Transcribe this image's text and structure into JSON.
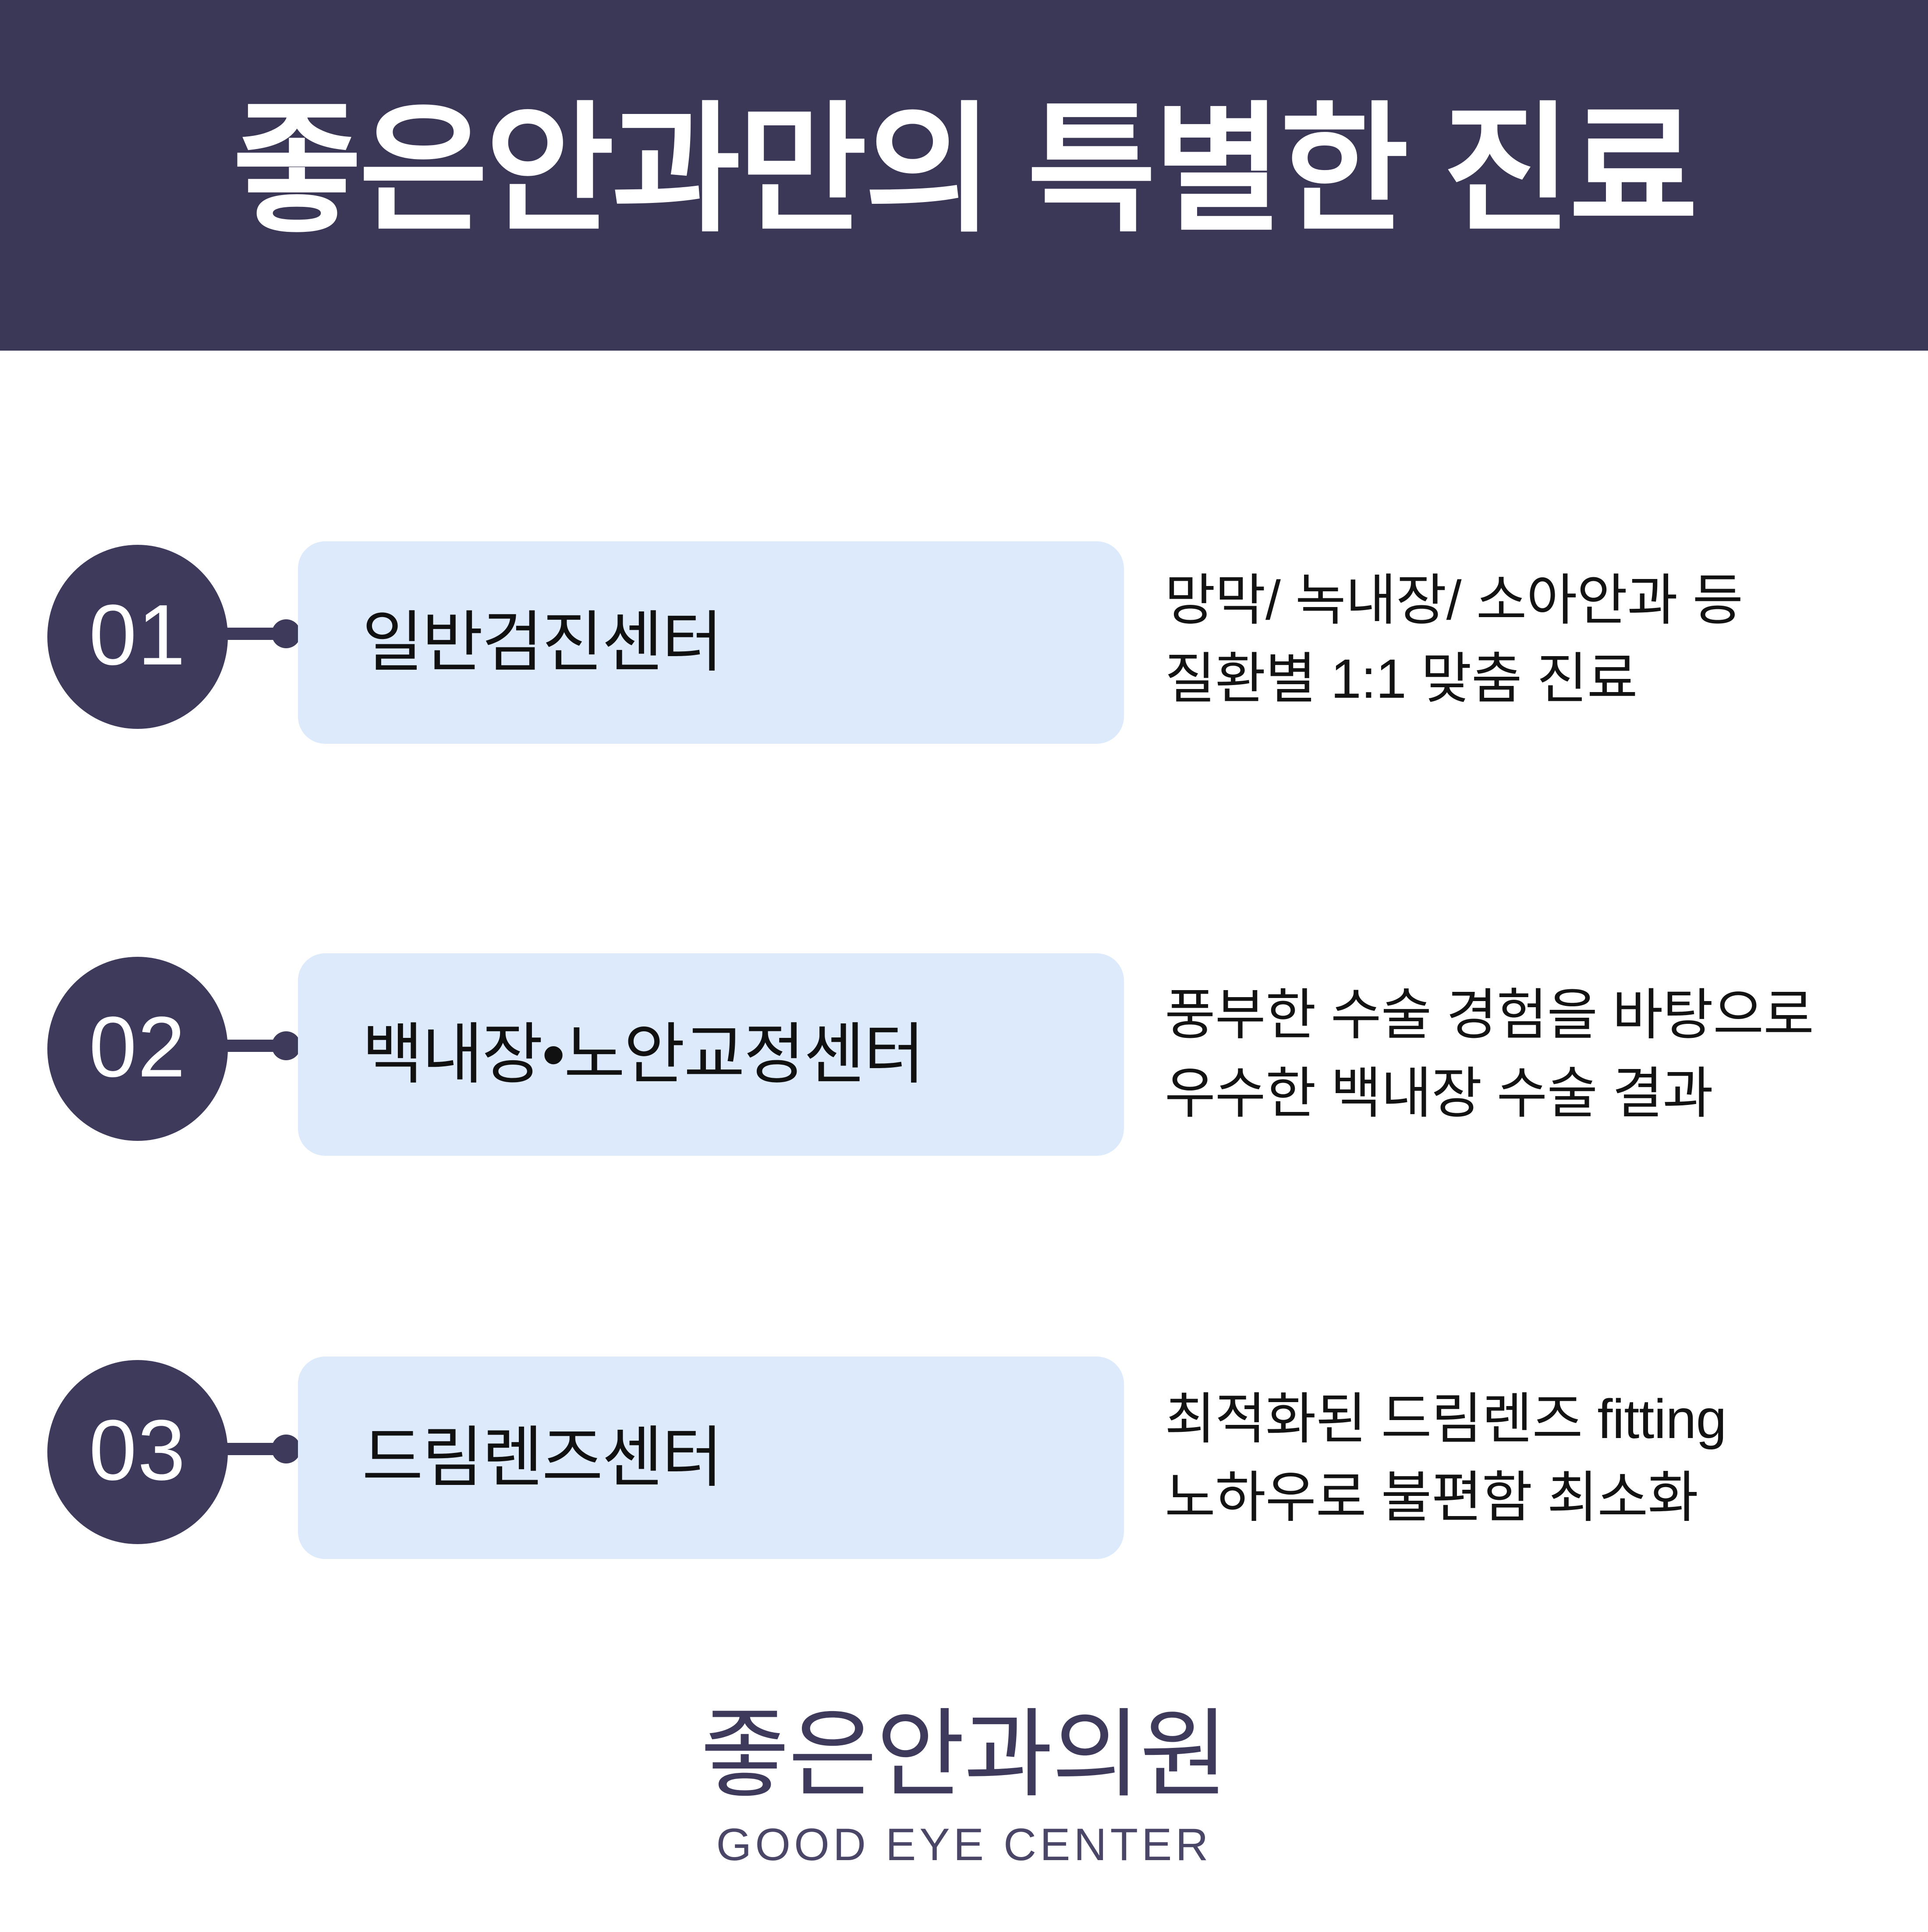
{
  "header": {
    "title": "좋은안과만의 특별한 진료",
    "background_color": "#3b3757",
    "text_color": "#ffffff"
  },
  "theme": {
    "accent_dark": "#3e3a5c",
    "panel_blue": "#dceafb",
    "page_background": "#ffffff",
    "body_text": "#131313"
  },
  "items": [
    {
      "number": "01",
      "title": "일반검진센터",
      "description_line1": "망막/ 녹내장/ 소아안과 등",
      "description_line2": "질환별 1:1 맞춤 진료"
    },
    {
      "number": "02",
      "title": "백내장•노안교정센터",
      "description_line1": "풍부한 수술 경험을 바탕으로",
      "description_line2": "우수한 백내장 수술 결과"
    },
    {
      "number": "03",
      "title": "드림렌즈센터",
      "description_line1": "최적화된 드림렌즈 fitting",
      "description_line2": "노하우로 불편함 최소화"
    }
  ],
  "footer": {
    "clinic_name_ko": "좋은안과의원",
    "clinic_name_en": "GOOD EYE CENTER",
    "color": "#3e3a5c"
  }
}
